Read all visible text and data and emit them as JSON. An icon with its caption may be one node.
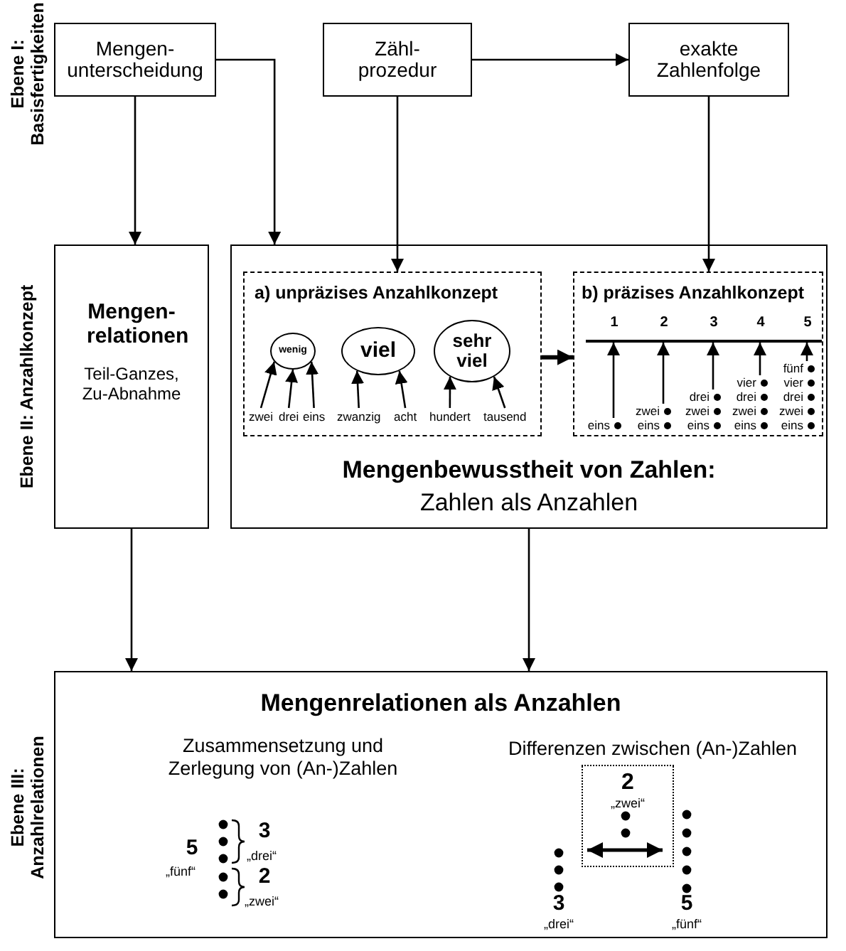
{
  "diagram": {
    "nodes": [
      {
        "text": [
          "Mengen- unterscheidung"
        ]
      },
      {
        "text": [
          "Zähl- prozedur"
        ]
      },
      {
        "text": [
          "exakte Zahlenfolge"
        ]
      },
      {
        "text": [
          "Mengen- relationen",
          "Teil-Ganzes, Zu-Abnahme"
        ]
      },
      {
        "text": [
          "Mengenbewusstheit von Zahlen:",
          "Zahlen als Anzahlen"
        ]
      },
      {
        "text": [
          "a) unpräzises Anzahlkonzept"
        ],
        "in": 4
      },
      {
        "text": [
          "wenig"
        ],
        "in": 5
      },
      {
        "text": [
          "viel"
        ],
        "in": 5
      },
      {
        "text": [
          "sehr viel"
        ],
        "in": 5
      },
      {
        "text": [
          "zwei"
        ],
        "in": 5
      },
      {
        "text": [
          "drei"
        ],
        "in": 5
      },
      {
        "text": [
          "eins"
        ],
        "in": 5
      },
      {
        "text": [
          "zwanzig"
        ],
        "in": 5
      },
      {
        "text": [
          "acht"
        ],
        "in": 5
      },
      {
        "text": [
          "hundert"
        ],
        "in": 5
      },
      {
        "text": [
          "tausend"
        ],
        "in": 5
      },
      {
        "text": [
          "b) präzises Anzahlkonzept"
        ],
        "in": 4
      },
      {
        "text": [],
        "shape": "bar",
        "in": 16
      },
      {
        "text": [
          "eins"
        ],
        "in": 16
      },
      {
        "text": [
          "zwei",
          "eins"
        ],
        "in": 16
      },
      {
        "text": [
          "drei",
          "zwei",
          "eins"
        ],
        "in": 16
      },
      {
        "text": [
          "vier",
          "drei",
          "zwei",
          "eins"
        ],
        "in": 16
      },
      {
        "text": [
          "fünf",
          "vier",
          "drei",
          "zwei",
          "eins"
        ],
        "in": 16
      },
      {
        "text": [
          "Mengenrelationen als Anzahlen",
          "Zusammensetzung und Zerlegung von (An-)Zahlen",
          "Differenzen zwischen (An-)Zahlen"
        ]
      },
      {
        "text": [
          "2",
          "„zwei“"
        ],
        "in": 23
      }
    ],
    "edges": [
      {
        "from": 0,
        "to": 3,
        "arrow": "to"
      },
      {
        "from": 0,
        "to": 4,
        "arrow": "to"
      },
      {
        "from": 1,
        "to": 5,
        "arrow": "to"
      },
      {
        "from": 1,
        "to": 2,
        "arrow": "to"
      },
      {
        "from": 2,
        "to": 16,
        "arrow": "to"
      },
      {
        "from": 5,
        "to": 16,
        "arrow": "to",
        "style": "thick"
      },
      {
        "from": 3,
        "to": 23,
        "arrow": "to"
      },
      {
        "from": 4,
        "to": 23,
        "arrow": "to"
      },
      {
        "from": 9,
        "to": 6,
        "arrow": "to"
      },
      {
        "from": 10,
        "to": 6,
        "arrow": "to"
      },
      {
        "from": 11,
        "to": 6,
        "arrow": "to"
      },
      {
        "from": 12,
        "to": 7,
        "arrow": "to"
      },
      {
        "from": 13,
        "to": 7,
        "arrow": "to"
      },
      {
        "from": 14,
        "to": 8,
        "arrow": "to"
      },
      {
        "from": 15,
        "to": 8,
        "arrow": "to"
      },
      {
        "from": 18,
        "to": 17,
        "arrow": "to"
      },
      {
        "from": 19,
        "to": 17,
        "arrow": "to"
      },
      {
        "from": 20,
        "to": 17,
        "arrow": "to"
      },
      {
        "from": 21,
        "to": 17,
        "arrow": "to"
      },
      {
        "from": 22,
        "to": 17,
        "arrow": "to"
      }
    ],
    "labels": [
      "Ebene I: Basisfertigkeiten",
      "Ebene II: Anzahlkonzept",
      "1",
      "2",
      "3",
      "4",
      "5",
      "Ebene III: Anzahlrelationen",
      "3",
      "„drei“",
      "5",
      "„fünf“",
      "2",
      "„zwei“",
      "3",
      "„drei“",
      "5",
      "„fünf“"
    ]
  }
}
